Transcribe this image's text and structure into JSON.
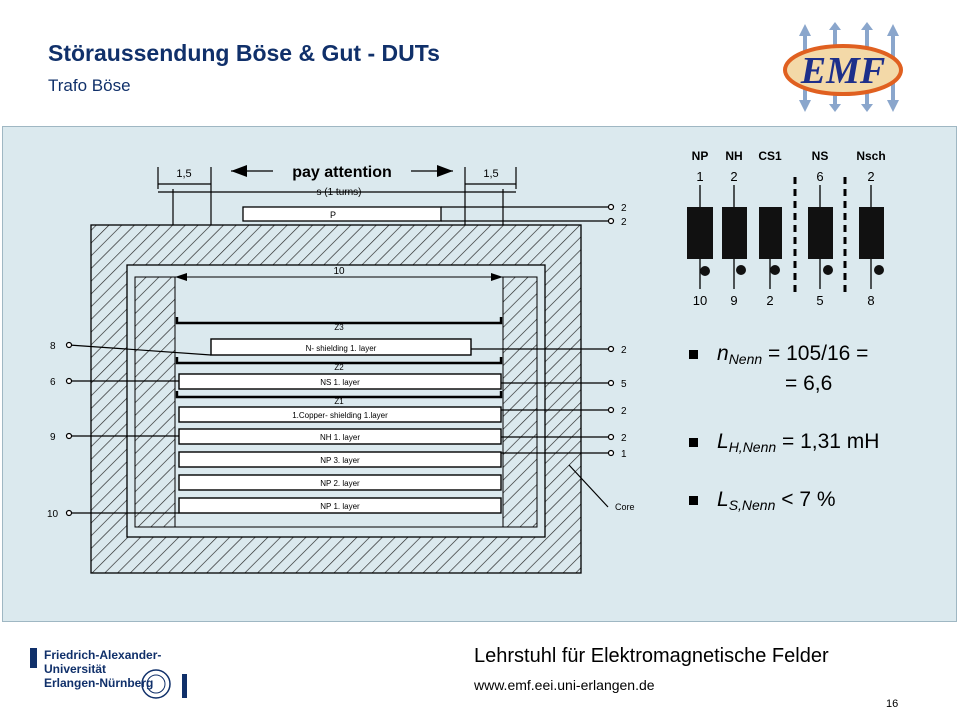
{
  "header": {
    "title": "Störaussendung Böse & Gut - DUTs",
    "subtitle": "Trafo Böse"
  },
  "logo": {
    "text": "EMF",
    "colors": {
      "fill": "#1d2f8a",
      "ring": "#e06020",
      "arrows": "#8aa6cc"
    }
  },
  "diagram": {
    "top_labels": {
      "left_dim": "1,5",
      "pay_attention": "pay attention",
      "right_dim": "1,5",
      "turns": "s (1 turns)",
      "primary": "P",
      "width": "10"
    },
    "layers": [
      "Z3",
      "N- shielding 1. layer",
      "Z2",
      "NS 1. layer",
      "Z1",
      "1.Copper- shielding 1.layer",
      "NH 1. layer",
      "NP 3. layer",
      "NP 2. layer",
      "NP 1. layer"
    ],
    "core_label": "Core",
    "left_pins": [
      "8",
      "6",
      "9",
      "10"
    ],
    "right_pins": [
      "2",
      "2",
      "2",
      "5",
      "2",
      "2",
      "1"
    ]
  },
  "windings": {
    "names": [
      "NP",
      "NH",
      "CS1",
      "NS",
      "Nsch"
    ],
    "top_pins": [
      "1",
      "2",
      "",
      "6",
      "2"
    ],
    "bottom_pins": [
      "10",
      "9",
      "2",
      "5",
      "8"
    ]
  },
  "bullets": {
    "b1_sym": "n",
    "b1_sub": "Nenn",
    "b1_val": " = 105/16 =",
    "b1_cont": "= 6,6",
    "b2_sym": "L",
    "b2_sub": "H,Nenn",
    "b2_val": " = 1,31 mH",
    "b3_sym": "L",
    "b3_sub": "S,Nenn",
    "b3_val": " < 7 %"
  },
  "footer": {
    "university_line1": "Friedrich-Alexander-Universität",
    "university_line2": "Erlangen-Nürnberg",
    "chair": "Lehrstuhl für Elektromagnetische Felder",
    "url": "www.emf.eei.uni-erlangen.de",
    "page": "16"
  }
}
